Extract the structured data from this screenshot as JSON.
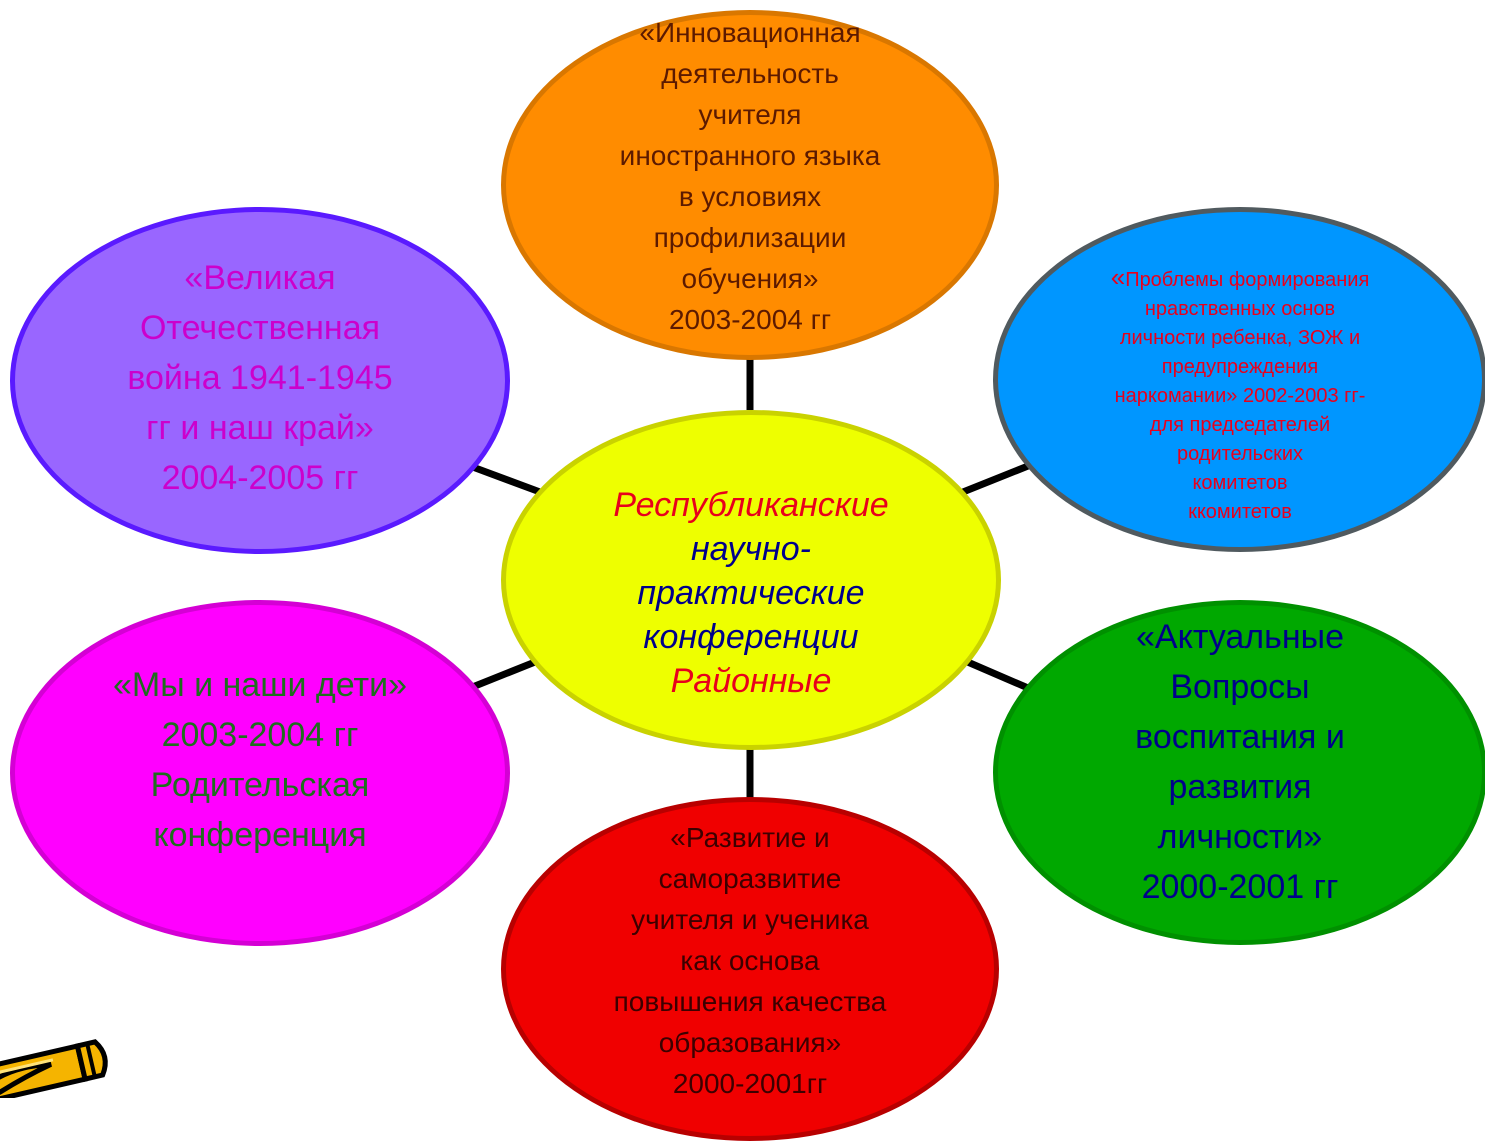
{
  "center": {
    "line1": "Республиканские",
    "line2": "научно-",
    "line3": "практические",
    "line4": "конференции",
    "line5": "Районные"
  },
  "nodes": {
    "top": {
      "lines": [
        "«Инновационная",
        "деятельность",
        "учителя",
        "иностранного языка",
        "в условиях",
        "профилизации",
        "обучения»",
        "2003-2004 гг"
      ]
    },
    "right_top": {
      "quote": "«",
      "line1_rest": "Проблемы формирования",
      "lines": [
        "нравственных основ",
        "личности ребенка, ЗОЖ и",
        "предупреждения",
        "наркомании» 2002-2003 гг-",
        "для председателей",
        "родительских",
        "комитетов",
        "ккомитетов"
      ]
    },
    "right_bottom": {
      "lines": [
        "«Актуальные",
        "Вопросы",
        "воспитания и",
        "развития",
        "личности»",
        "2000-2001 гг"
      ]
    },
    "bottom": {
      "lines": [
        "«Развитие и",
        "саморазвитие",
        "учителя и ученика",
        "как основа",
        "повышения качества",
        "образования»",
        "2000-2001гг"
      ]
    },
    "left_bottom": {
      "lines": [
        "«Мы и наши дети»",
        "2003-2004 гг",
        "Родительская",
        "конференция"
      ]
    },
    "left_top": {
      "lines": [
        "«Великая",
        "Отечественная",
        "война 1941-1945",
        "гг и наш край»",
        "2004-2005 гг"
      ]
    }
  },
  "colors": {
    "center_fill": "#EEFF00",
    "center_border": "#C9D200",
    "center_red_text": "#E8001C",
    "center_blue_text": "#00008B",
    "top_fill": "#FF8C00",
    "top_text": "#5C1A00",
    "right_top_fill": "#0096FF",
    "right_top_text": "#E8001C",
    "right_bottom_fill": "#00A800",
    "right_bottom_text": "#00008B",
    "bottom_fill": "#F00000",
    "bottom_text": "#3C0000",
    "left_bottom_fill": "#FF00FF",
    "left_bottom_text": "#1E6E1E",
    "left_top_fill": "#9966FF",
    "left_top_text": "#CC00CC",
    "connector": "#000000"
  },
  "icons": {
    "corner": "pencil-icon"
  }
}
